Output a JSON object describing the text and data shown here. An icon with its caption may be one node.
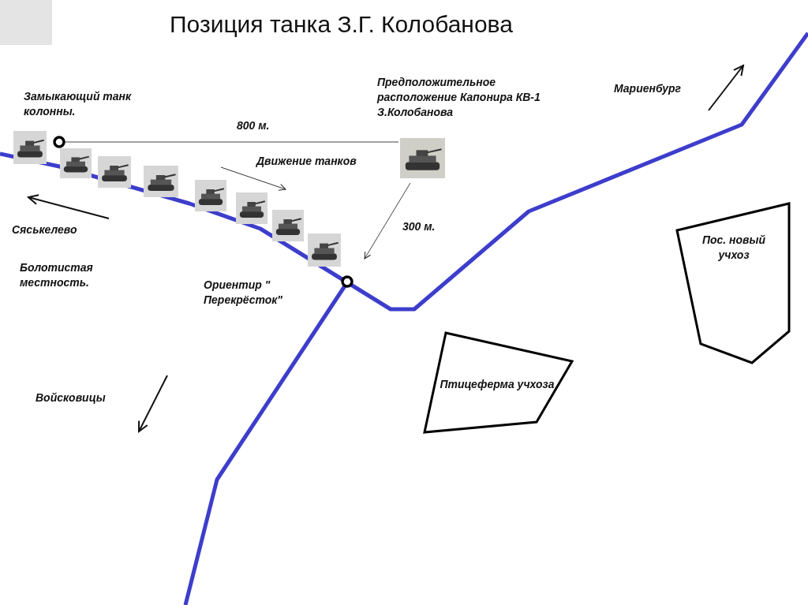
{
  "diagram": {
    "title": "Позиция танка З.Г. Колобанова",
    "nodes": [
      {
        "text": [
          "Пос. новый учхоз"
        ]
      },
      {
        "text": [
          "Птицеферма учхоза"
        ]
      }
    ],
    "labels": [
      "Замыкающий танк колонны.",
      "800 м.",
      "Предположительное расположение Капонира КВ-1 З.Колобанова",
      "Мариенбург",
      "Движение танков",
      "Сяськелево",
      "300 м.",
      "Болотистая местность.",
      "Ориентир \" Перекрёсток\"",
      "Войсковицы"
    ]
  }
}
